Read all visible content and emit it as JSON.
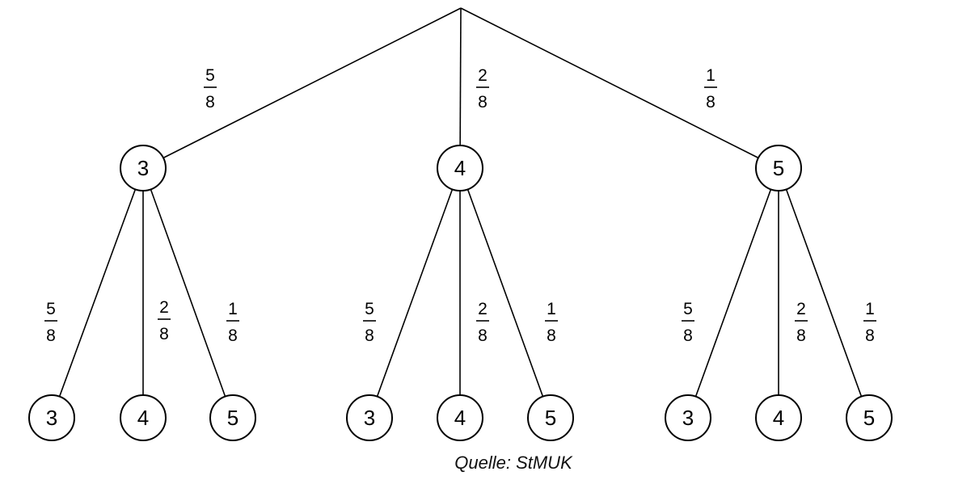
{
  "tree": {
    "level1": {
      "nodes": [
        "3",
        "4",
        "5"
      ],
      "probabilities": [
        {
          "num": "5",
          "den": "8"
        },
        {
          "num": "2",
          "den": "8"
        },
        {
          "num": "1",
          "den": "8"
        }
      ]
    },
    "level2": [
      {
        "nodes": [
          "3",
          "4",
          "5"
        ],
        "probabilities": [
          {
            "num": "5",
            "den": "8"
          },
          {
            "num": "2",
            "den": "8"
          },
          {
            "num": "1",
            "den": "8"
          }
        ]
      },
      {
        "nodes": [
          "3",
          "4",
          "5"
        ],
        "probabilities": [
          {
            "num": "5",
            "den": "8"
          },
          {
            "num": "2",
            "den": "8"
          },
          {
            "num": "1",
            "den": "8"
          }
        ]
      },
      {
        "nodes": [
          "3",
          "4",
          "5"
        ],
        "probabilities": [
          {
            "num": "5",
            "den": "8"
          },
          {
            "num": "2",
            "den": "8"
          },
          {
            "num": "1",
            "den": "8"
          }
        ]
      }
    ]
  },
  "source": "Quelle: StMUK"
}
